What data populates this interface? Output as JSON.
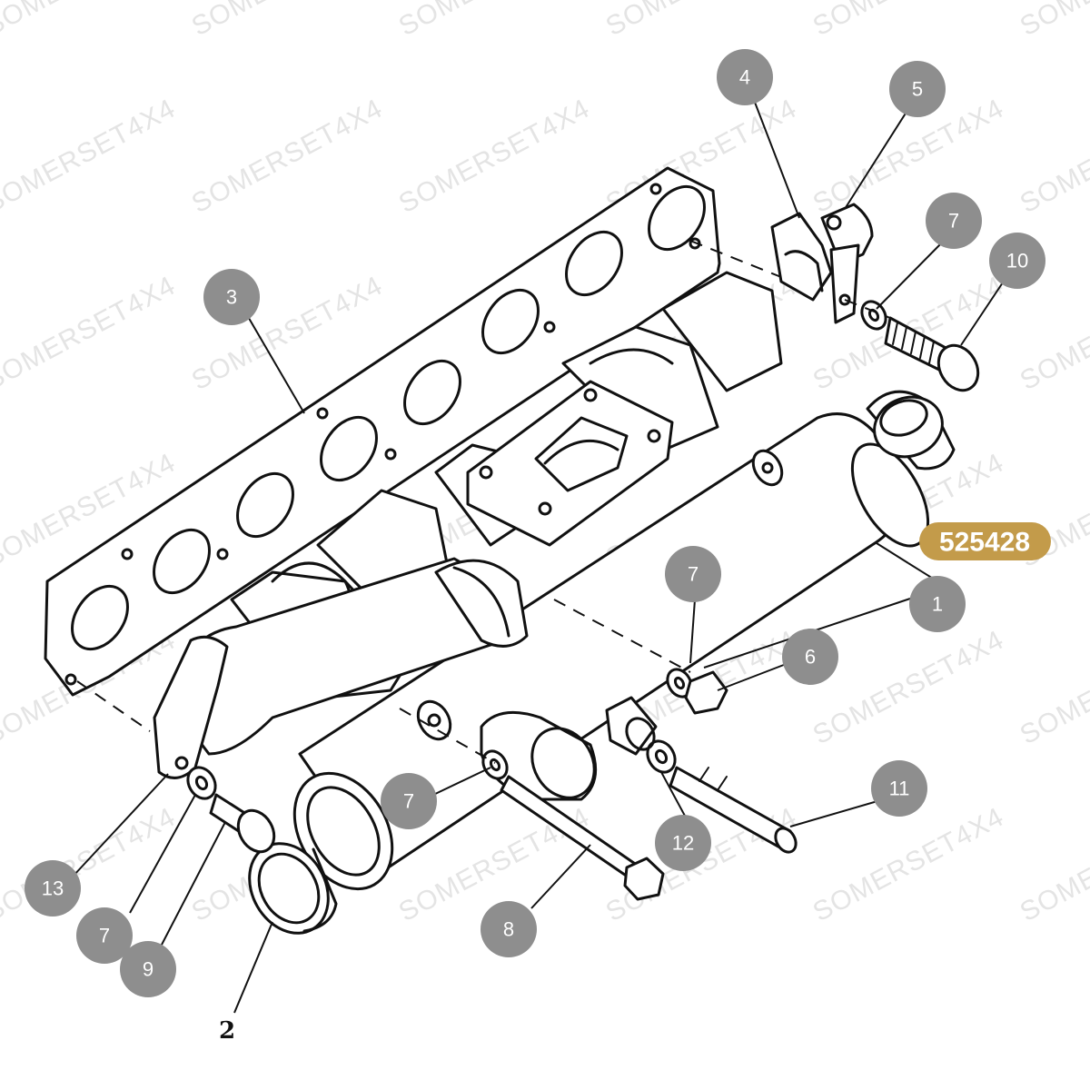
{
  "watermark": "SOMERSET4X4",
  "part_number": "525428",
  "colors": {
    "callout_fill": "#8e8e8e",
    "callout_text": "#ffffff",
    "part_number_fill": "#c39b4a",
    "watermark": "#e4e4e4"
  },
  "callouts": [
    {
      "label": "1"
    },
    {
      "label": "3"
    },
    {
      "label": "4"
    },
    {
      "label": "5"
    },
    {
      "label": "6"
    },
    {
      "label": "7"
    },
    {
      "label": "7"
    },
    {
      "label": "7"
    },
    {
      "label": "7"
    },
    {
      "label": "8"
    },
    {
      "label": "9"
    },
    {
      "label": "10"
    },
    {
      "label": "11"
    },
    {
      "label": "12"
    },
    {
      "label": "13"
    }
  ],
  "plain_labels": [
    {
      "label": "2"
    }
  ]
}
